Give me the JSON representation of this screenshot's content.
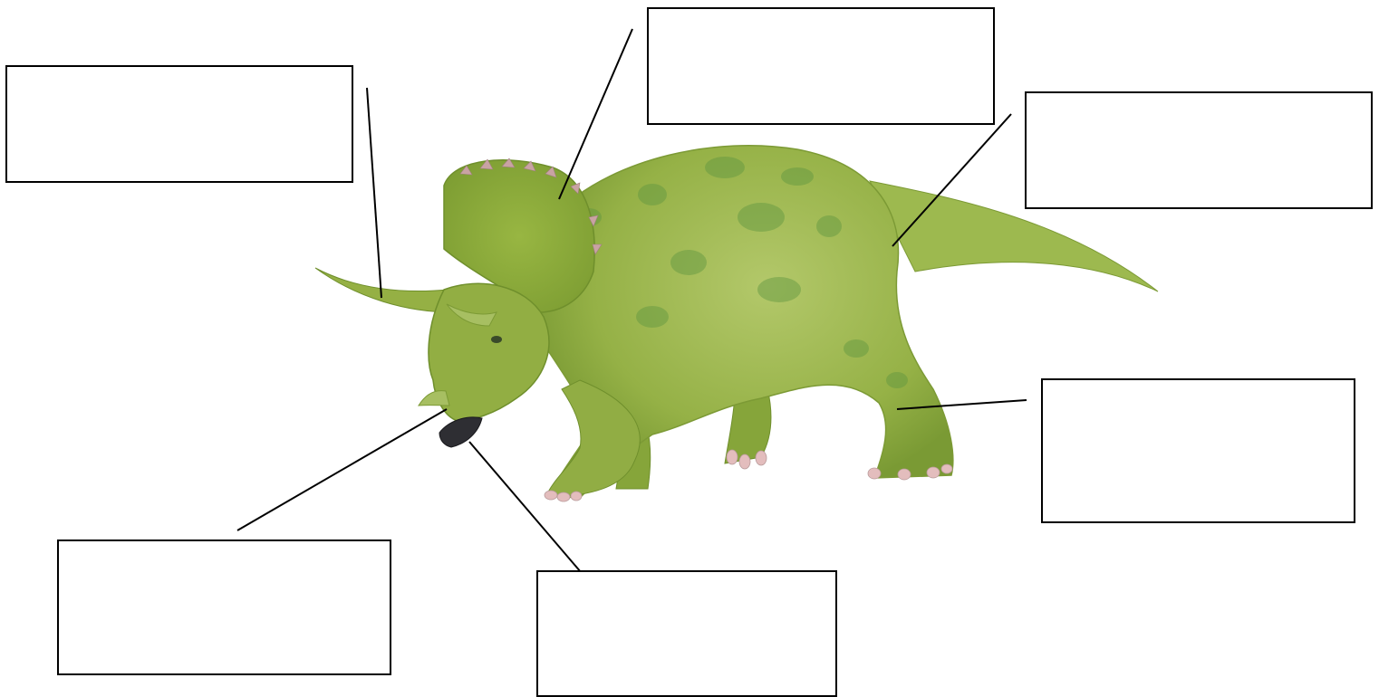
{
  "diagram": {
    "subject": "triceratops",
    "label_boxes": [
      {
        "id": "horn",
        "text": ""
      },
      {
        "id": "frill",
        "text": ""
      },
      {
        "id": "tail",
        "text": ""
      },
      {
        "id": "nose-horn",
        "text": ""
      },
      {
        "id": "beak",
        "text": ""
      },
      {
        "id": "foot",
        "text": ""
      }
    ]
  },
  "colors": {
    "body": "#8fae3f",
    "body_light": "#a9c25b",
    "body_shadow": "#6f8f2c",
    "spots": "#5b8f3a",
    "claws": "#e0b9b9",
    "beak": "#2f2f33",
    "line": "#000000"
  }
}
